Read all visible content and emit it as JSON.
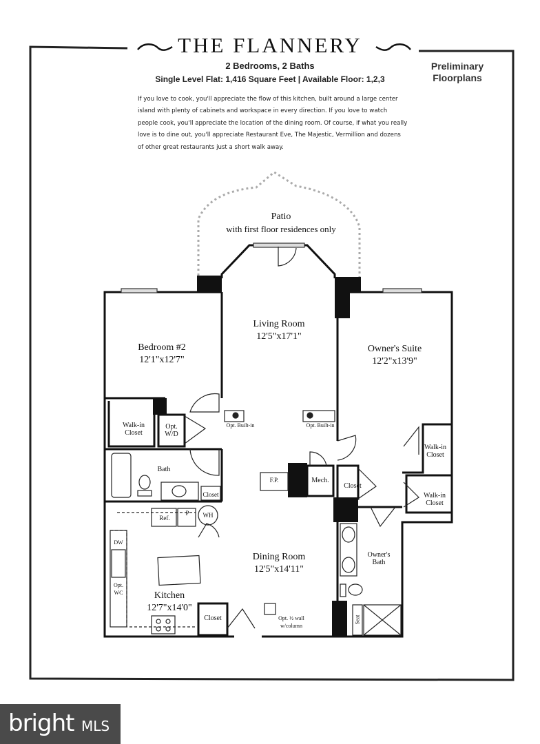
{
  "header": {
    "title": "THE FLANNERY",
    "subtitle": "2 Bedrooms, 2 Baths",
    "specs": "Single Level Flat: 1,416 Square Feet | Available Floor: 1,2,3",
    "badge_line1": "Preliminary",
    "badge_line2": "Floorplans"
  },
  "description": "If you love to cook, you'll appreciate the flow of this kitchen, built around a large center island with plenty of cabinets and workspace in every direction. If you love to watch people cook, you'll appreciate the location of the dining room. Of course, if what you really love is to dine out, you'll appreciate Restaurant Eve, The Majestic, Vermillion and dozens of other great restaurants just a short walk away.",
  "rooms": {
    "patio": {
      "name": "Patio",
      "note": "with first floor residences only"
    },
    "living": {
      "name": "Living Room",
      "dims": "12'5\"x17'1\""
    },
    "bedroom2": {
      "name": "Bedroom #2",
      "dims": "12'1\"x12'7\""
    },
    "owners_suite": {
      "name": "Owner's Suite",
      "dims": "12'2\"x13'9\""
    },
    "dining": {
      "name": "Dining Room",
      "dims": "12'5\"x14'11\""
    },
    "kitchen": {
      "name": "Kitchen",
      "dims": "12'7\"x14'0\""
    }
  },
  "labels": {
    "walkin_closet_a_1": "Walk-in",
    "walkin_closet_a_2": "Closet",
    "wd_1": "Opt.",
    "wd_2": "W/D",
    "builtin_left": "Opt. Built-in",
    "builtin_right": "Opt. Built-in",
    "walkin_closet_b_1": "Walk-in",
    "walkin_closet_b_2": "Closet",
    "walkin_closet_c_1": "Walk-in",
    "walkin_closet_c_2": "Closet",
    "bath": "Bath",
    "closet_bath": "Closet",
    "fp": "F.P.",
    "mech": "Mech.",
    "closet_mid": "Closet",
    "ref": "Ref.",
    "pantry": "P",
    "wh": "WH",
    "dw": "DW",
    "wc_1": "Opt.",
    "wc_2": "WC",
    "owners_bath_1": "Owner's",
    "owners_bath_2": "Bath",
    "closet_kitchen": "Closet",
    "half_wall_1": "Opt. ½ wall",
    "half_wall_2": "w/column",
    "seat": "Seat"
  },
  "logo": {
    "brand": "bright",
    "suffix": "MLS"
  }
}
